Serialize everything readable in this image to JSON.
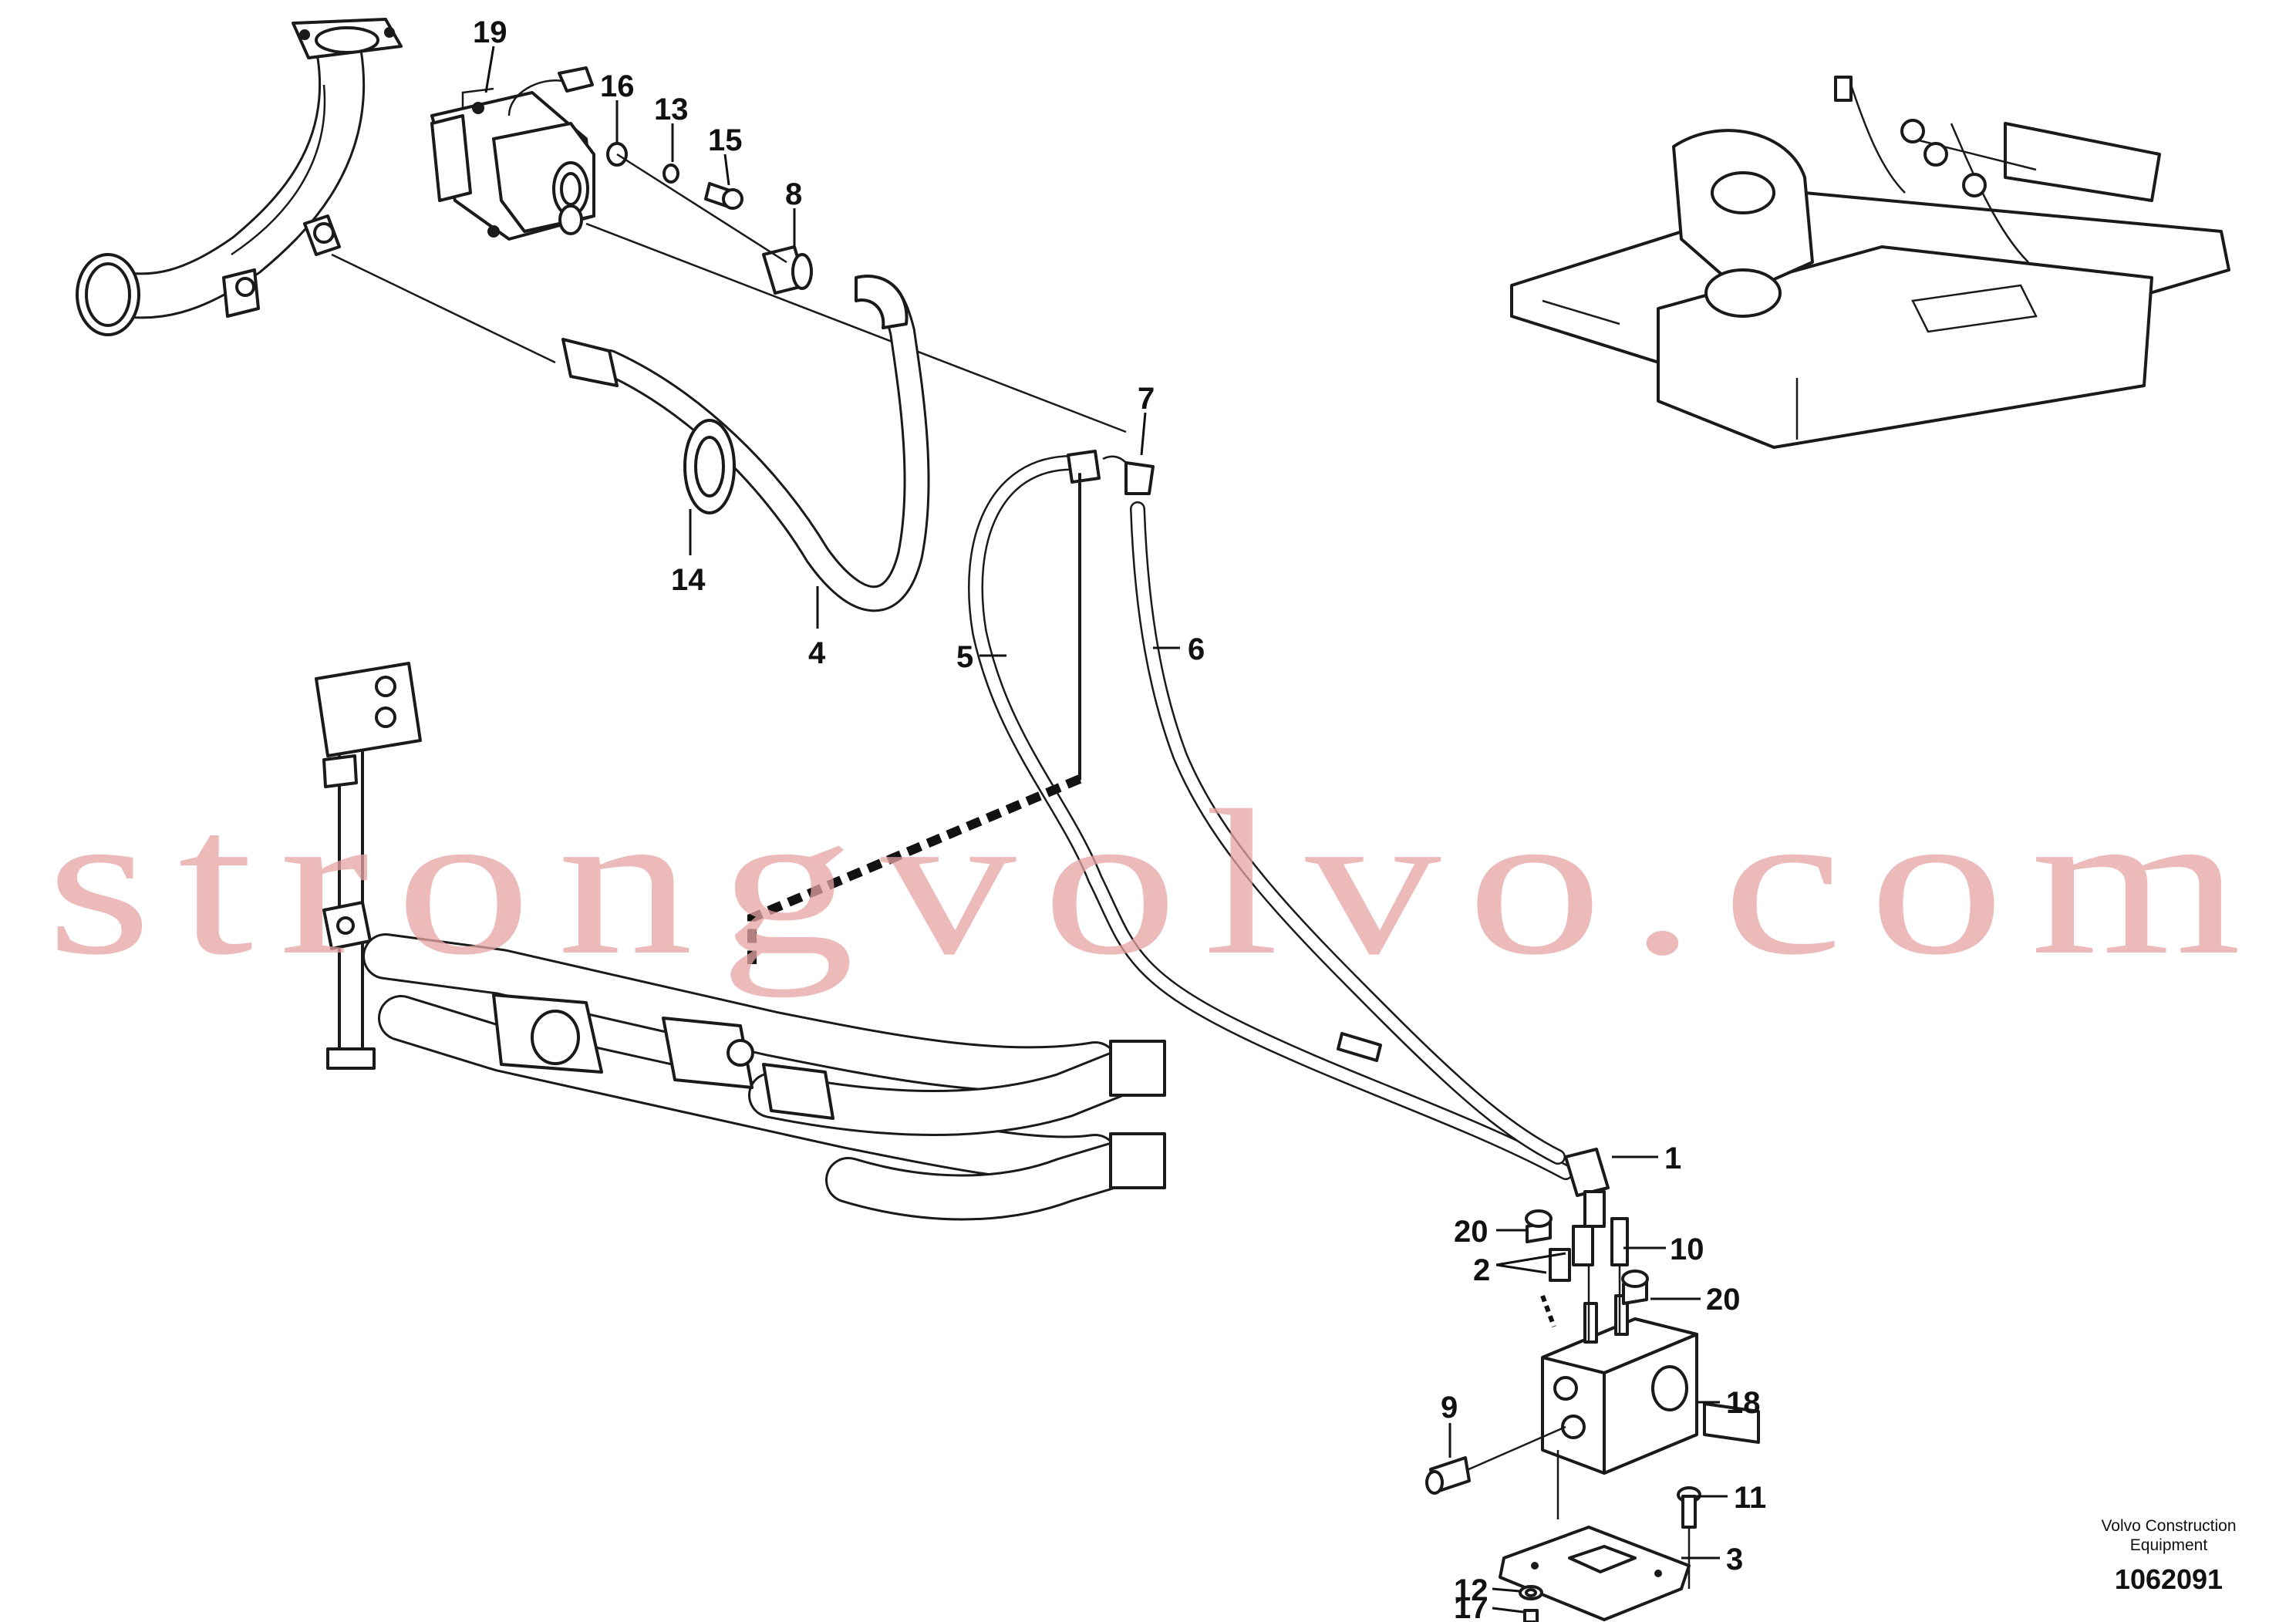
{
  "labels": {
    "l1": "1",
    "l2": "2",
    "l3": "3",
    "l4": "4",
    "l5": "5",
    "l6": "6",
    "l7": "7",
    "l8": "8",
    "l9": "9",
    "l10": "10",
    "l11": "11",
    "l12": "12",
    "l13": "13",
    "l14": "14",
    "l15": "15",
    "l16": "16",
    "l17": "17",
    "l18": "18",
    "l19": "19",
    "l20a": "20",
    "l20b": "20"
  },
  "watermark": "strongvolvo.com",
  "footer": {
    "brand_line1": "Volvo Construction",
    "brand_line2": "Equipment",
    "drawing_number": "1062091"
  }
}
